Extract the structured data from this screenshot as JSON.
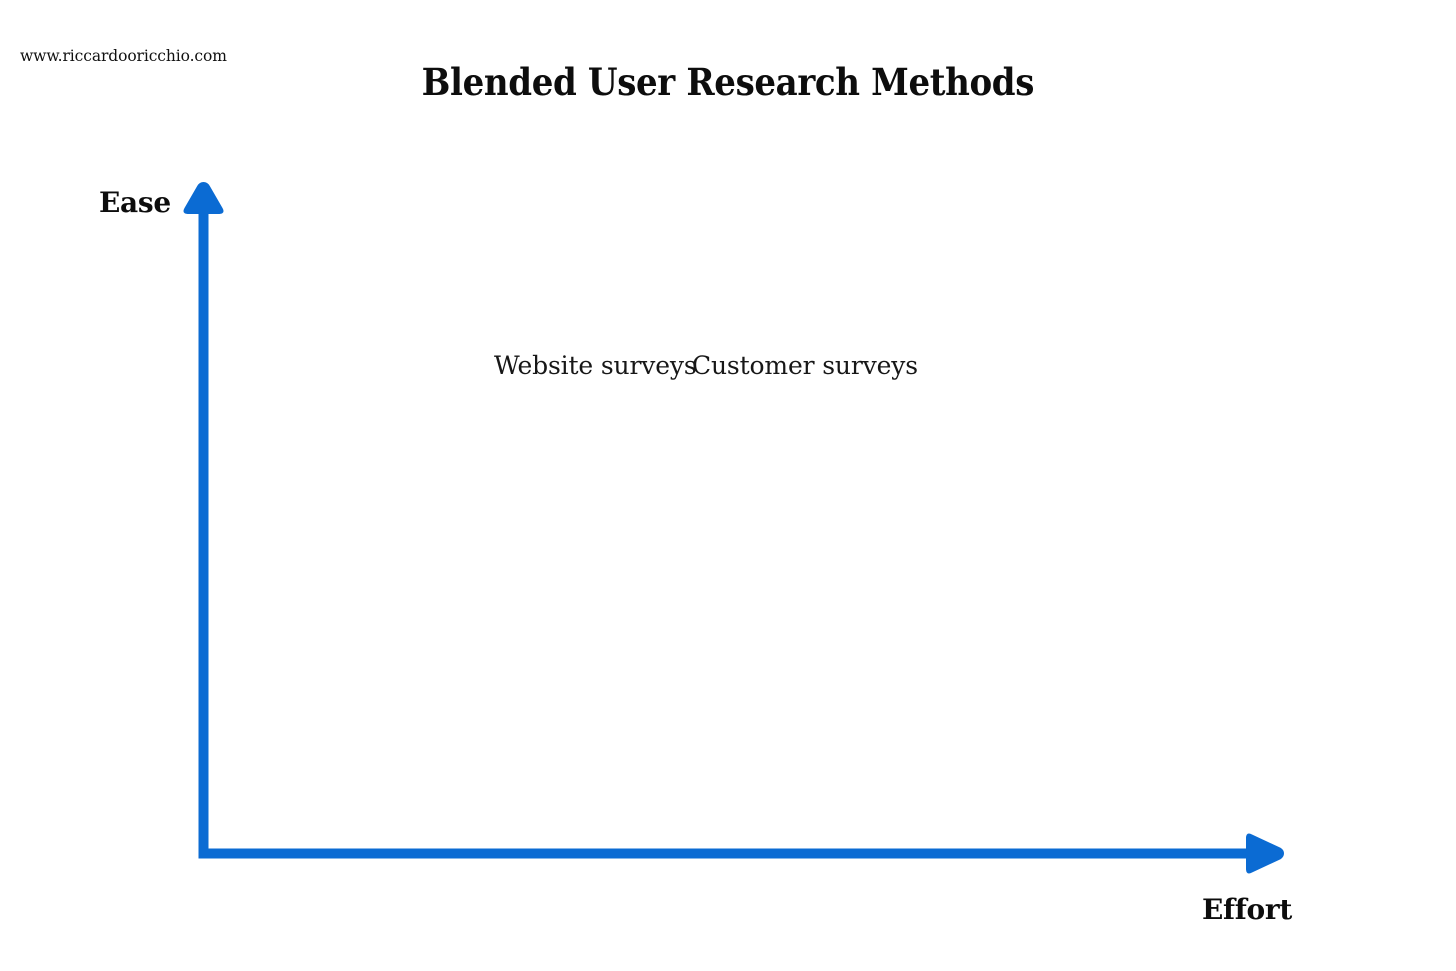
{
  "meta": {
    "watermark": "www.riccardooricchio.com",
    "background_color": "#ffffff",
    "accent_color": "#0B6BD3",
    "text_color": "#0d0d0d"
  },
  "title": "Blended User Research Methods",
  "axes": {
    "y_label": "Ease",
    "x_label": "Effort",
    "arrow_color": "#0B6BD3"
  },
  "chart_data": {
    "type": "scatter",
    "title": "Blended User Research Methods",
    "xlabel": "Effort",
    "ylabel": "Ease",
    "grid": false,
    "legend": "none",
    "axis_style": "arrow-axes (qualitative, unlabeled scale)",
    "xlim": [
      0,
      100
    ],
    "ylim": [
      0,
      100
    ],
    "points": [
      {
        "label": "Website surveys",
        "x": 32,
        "y": 73
      },
      {
        "label": "Customer surveys",
        "x": 52,
        "y": 73
      }
    ],
    "annotations": [
      "Website surveys",
      "Customer surveys"
    ]
  },
  "labels": [
    {
      "text": "Website surveys"
    },
    {
      "text": "Customer surveys"
    }
  ]
}
